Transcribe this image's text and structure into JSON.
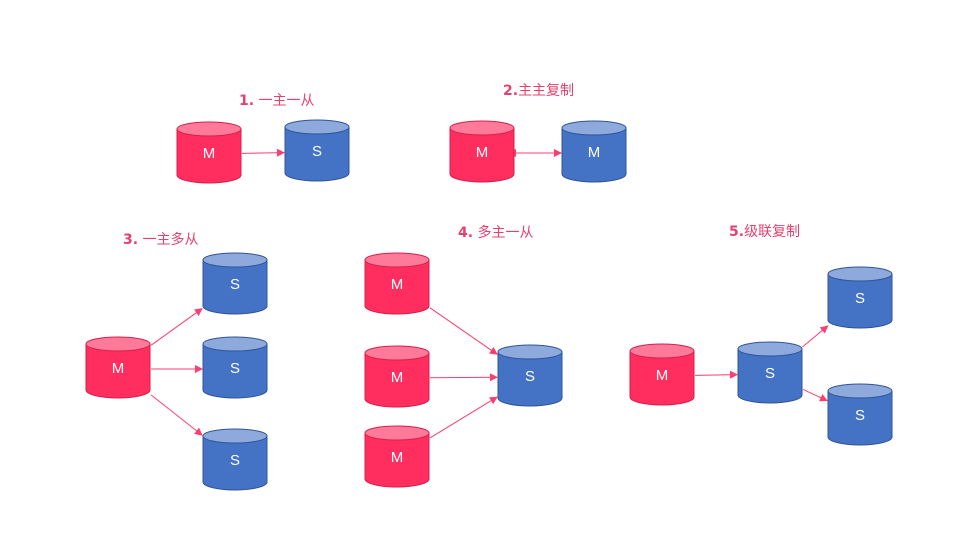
{
  "colors": {
    "master_body": "#ff2e5e",
    "master_top": "#ff7a98",
    "master_stroke": "#d61f4d",
    "slave_body": "#4472c4",
    "slave_top": "#8eaadc",
    "slave_stroke": "#2f5597",
    "arrow": "#ff3d6e",
    "title": "#e8406e"
  },
  "diagrams": [
    {
      "id": "d1",
      "num": "1.",
      "text": " 一主一从",
      "nodes": [
        {
          "id": "m",
          "label": "M",
          "role": "master"
        },
        {
          "id": "s",
          "label": "S",
          "role": "slave"
        }
      ],
      "edges": [
        {
          "from": "m",
          "to": "s"
        }
      ]
    },
    {
      "id": "d2",
      "num": "2.",
      "text": "主主复制",
      "nodes": [
        {
          "id": "m1",
          "label": "M",
          "role": "master"
        },
        {
          "id": "m2",
          "label": "M",
          "role": "slave"
        }
      ],
      "edges": [
        {
          "from": "m1",
          "to": "m2",
          "bidirectional": true
        }
      ]
    },
    {
      "id": "d3",
      "num": "3.",
      "text": " 一主多从",
      "nodes": [
        {
          "id": "m",
          "label": "M",
          "role": "master"
        },
        {
          "id": "s1",
          "label": "S",
          "role": "slave"
        },
        {
          "id": "s2",
          "label": "S",
          "role": "slave"
        },
        {
          "id": "s3",
          "label": "S",
          "role": "slave"
        }
      ],
      "edges": [
        {
          "from": "m",
          "to": "s1"
        },
        {
          "from": "m",
          "to": "s2"
        },
        {
          "from": "m",
          "to": "s3"
        }
      ]
    },
    {
      "id": "d4",
      "num": "4.",
      "text": " 多主一从",
      "nodes": [
        {
          "id": "m1",
          "label": "M",
          "role": "master"
        },
        {
          "id": "m2",
          "label": "M",
          "role": "master"
        },
        {
          "id": "m3",
          "label": "M",
          "role": "master"
        },
        {
          "id": "s",
          "label": "S",
          "role": "slave"
        }
      ],
      "edges": [
        {
          "from": "m1",
          "to": "s"
        },
        {
          "from": "m2",
          "to": "s"
        },
        {
          "from": "m3",
          "to": "s"
        }
      ]
    },
    {
      "id": "d5",
      "num": "5.",
      "text": "级联复制",
      "nodes": [
        {
          "id": "m",
          "label": "M",
          "role": "master"
        },
        {
          "id": "s1",
          "label": "S",
          "role": "slave"
        },
        {
          "id": "s2",
          "label": "S",
          "role": "slave"
        },
        {
          "id": "s3",
          "label": "S",
          "role": "slave"
        }
      ],
      "edges": [
        {
          "from": "m",
          "to": "s1"
        },
        {
          "from": "s1",
          "to": "s2"
        },
        {
          "from": "s1",
          "to": "s3"
        }
      ]
    }
  ]
}
